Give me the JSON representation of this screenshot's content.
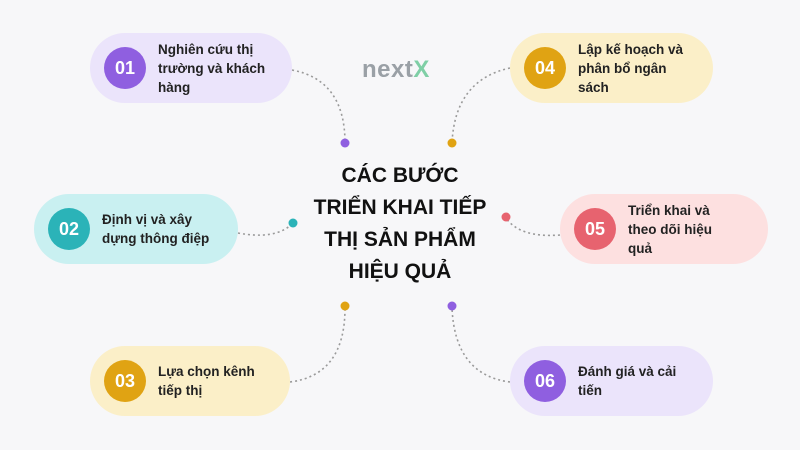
{
  "brand": {
    "name": "next",
    "accent": "X"
  },
  "title": {
    "lines": [
      "CÁC BƯỚC",
      "TRIỂN KHAI TIẾP",
      "THỊ SẢN PHẨM",
      "HIỆU QUẢ"
    ]
  },
  "steps": [
    {
      "number": "01",
      "lines": [
        "Nghiên cứu thị",
        "trường và khách",
        "hàng"
      ],
      "color": "#8f5fe0",
      "bg": "#ebe4fb"
    },
    {
      "number": "02",
      "lines": [
        "Định vị và xây",
        "dựng thông điệp"
      ],
      "color": "#2bb3b8",
      "bg": "#c9f0f1"
    },
    {
      "number": "03",
      "lines": [
        "Lựa chọn kênh",
        "tiếp thị"
      ],
      "color": "#e0a313",
      "bg": "#fbefc8"
    },
    {
      "number": "04",
      "lines": [
        "Lập kế hoạch và",
        "phân bổ ngân",
        "sách"
      ],
      "color": "#e0a313",
      "bg": "#fbefc8"
    },
    {
      "number": "05",
      "lines": [
        "Triển khai và",
        "theo dõi hiệu",
        "quả"
      ],
      "color": "#e7636f",
      "bg": "#fde0e0"
    },
    {
      "number": "06",
      "lines": [
        "Đánh giá và cải",
        "tiến"
      ],
      "color": "#8f5fe0",
      "bg": "#ebe4fb"
    }
  ]
}
